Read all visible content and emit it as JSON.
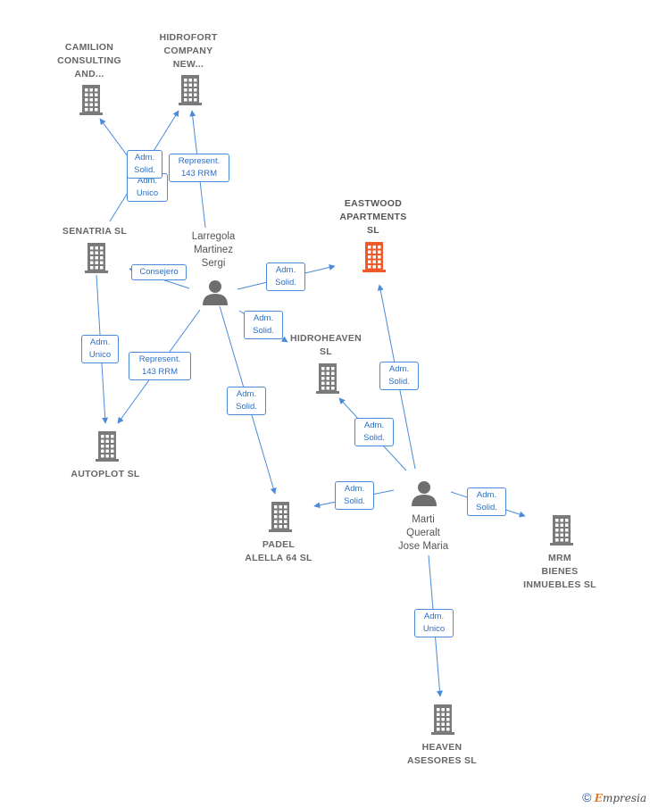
{
  "nodes": {
    "camilion": {
      "label": "CAMILION\nCONSULTING\nAND...",
      "type": "company"
    },
    "hidrofort": {
      "label": "HIDROFORT\nCOMPANY\nNEW...",
      "type": "company"
    },
    "senatria": {
      "label": "SENATRIA  SL",
      "type": "company"
    },
    "larregola": {
      "label": "Larregola\nMartinez\nSergi",
      "type": "person"
    },
    "eastwood": {
      "label": "EASTWOOD\nAPARTMENTS\nSL",
      "type": "company",
      "highlight_color": "#f05a28"
    },
    "hidroheaven": {
      "label": "HIDROHEAVEN\nSL",
      "type": "company"
    },
    "autoplot": {
      "label": "AUTOPLOT SL",
      "type": "company"
    },
    "padel": {
      "label": "PADEL\nALELLA 64  SL",
      "type": "company"
    },
    "marti": {
      "label": "Marti\nQueralt\nJose Maria",
      "type": "person"
    },
    "mrm": {
      "label": "MRM\nBIENES\nINMUEBLES SL",
      "type": "company"
    },
    "heaven": {
      "label": "HEAVEN\nASESORES SL",
      "type": "company"
    }
  },
  "edges": [
    {
      "from": "larregola",
      "to": "camilion",
      "label": "Adm.\nUnico"
    },
    {
      "from": "senatria",
      "to": "hidrofort",
      "label": "Adm.\nSolid."
    },
    {
      "from": "larregola",
      "to": "hidrofort",
      "label": "Represent.\n143 RRM"
    },
    {
      "from": "larregola",
      "to": "senatria",
      "label": "Consejero"
    },
    {
      "from": "larregola",
      "to": "eastwood",
      "label": "Adm.\nSolid."
    },
    {
      "from": "larregola",
      "to": "hidroheaven",
      "label": "Adm.\nSolid."
    },
    {
      "from": "senatria",
      "to": "autoplot",
      "label": "Adm.\nUnico"
    },
    {
      "from": "larregola",
      "to": "autoplot",
      "label": "Represent.\n143 RRM"
    },
    {
      "from": "larregola",
      "to": "padel",
      "label": "Adm.\nSolid."
    },
    {
      "from": "marti",
      "to": "eastwood",
      "label": "Adm.\nSolid."
    },
    {
      "from": "marti",
      "to": "hidroheaven",
      "label": "Adm.\nSolid."
    },
    {
      "from": "marti",
      "to": "padel",
      "label": "Adm.\nSolid."
    },
    {
      "from": "marti",
      "to": "mrm",
      "label": "Adm.\nSolid."
    },
    {
      "from": "marti",
      "to": "heaven",
      "label": "Adm.\nUnico"
    }
  ],
  "colors": {
    "edge": "#4a8ad8",
    "building": "#7a7a7a",
    "person": "#6e6e6e",
    "focus": "#f05a28"
  },
  "footer": {
    "copyright_symbol": "©",
    "brand_initial": "E",
    "brand_rest": "mpresia"
  }
}
